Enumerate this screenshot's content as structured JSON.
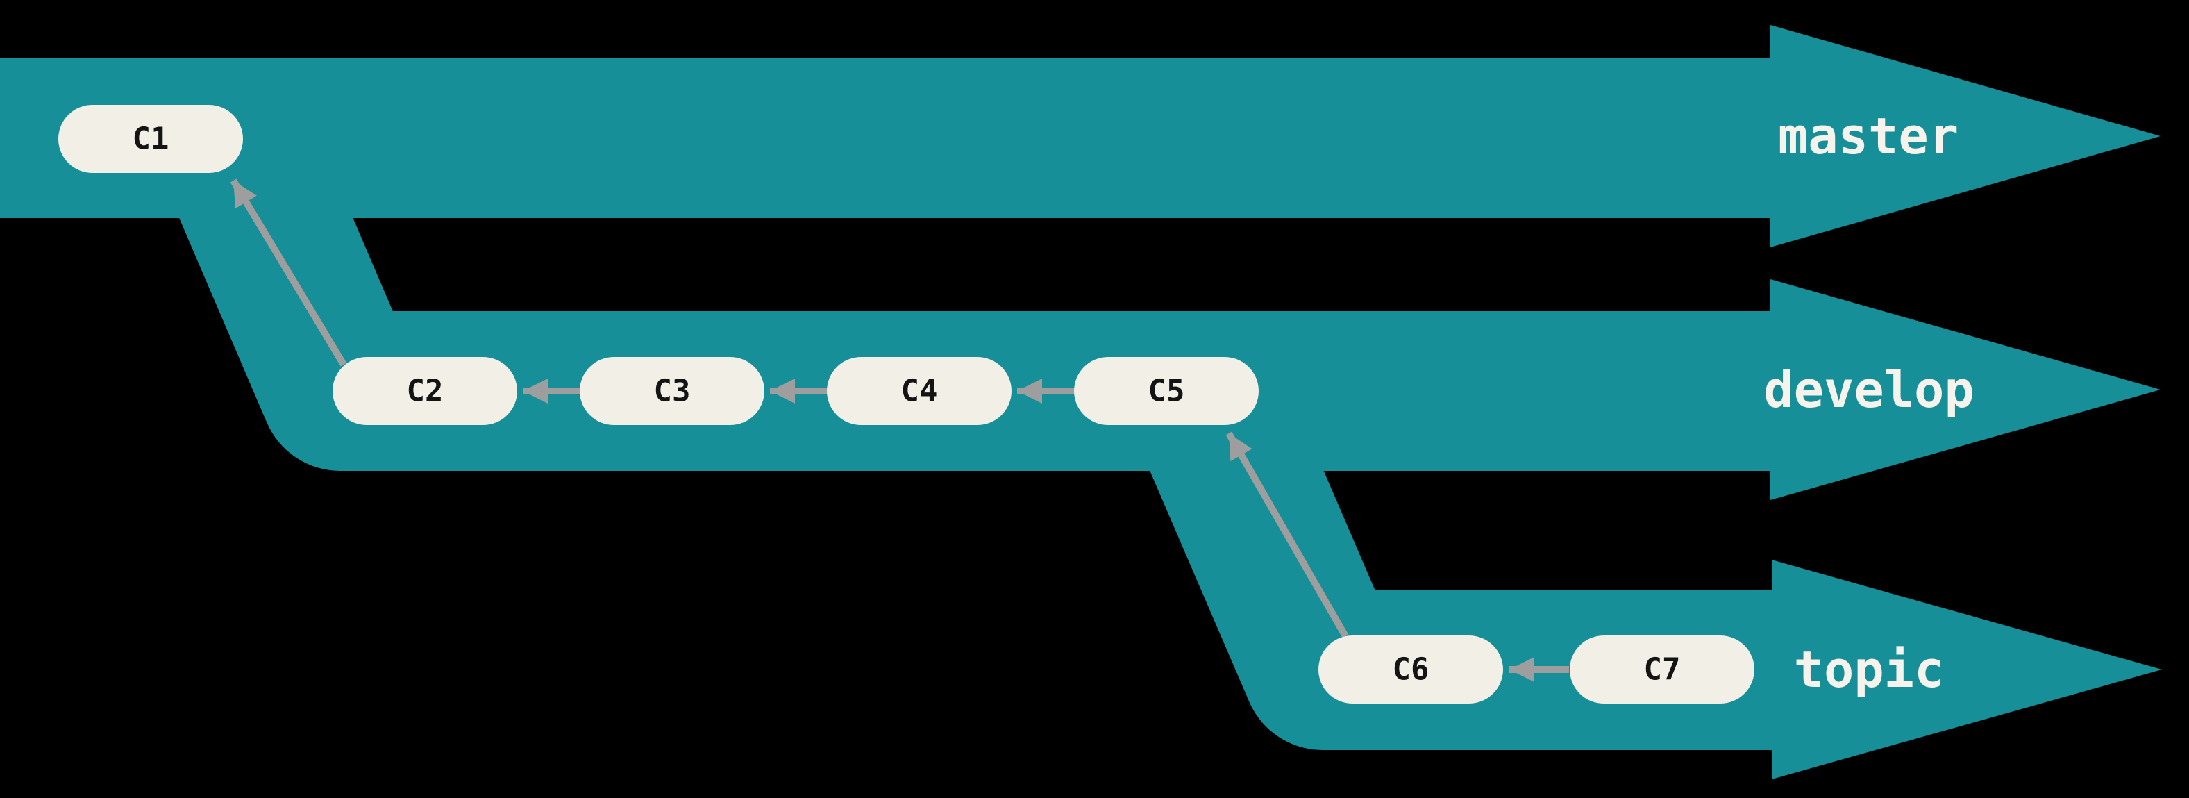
{
  "diagram": {
    "colors": {
      "background": "#000000",
      "branch": "#168f98",
      "node_fill": "#f1efe6",
      "node_text": "#141414",
      "branch_label": "#f5f3ec",
      "edge": "#9e9e9e"
    },
    "branches": [
      {
        "name": "master",
        "commits": [
          {
            "id": "C1"
          }
        ]
      },
      {
        "name": "develop",
        "commits": [
          {
            "id": "C2"
          },
          {
            "id": "C3"
          },
          {
            "id": "C4"
          },
          {
            "id": "C5"
          }
        ]
      },
      {
        "name": "topic",
        "commits": [
          {
            "id": "C6"
          },
          {
            "id": "C7"
          }
        ]
      }
    ],
    "edges": [
      {
        "from": "C2",
        "to": "C1"
      },
      {
        "from": "C3",
        "to": "C2"
      },
      {
        "from": "C4",
        "to": "C3"
      },
      {
        "from": "C5",
        "to": "C4"
      },
      {
        "from": "C6",
        "to": "C5"
      },
      {
        "from": "C7",
        "to": "C6"
      }
    ]
  }
}
